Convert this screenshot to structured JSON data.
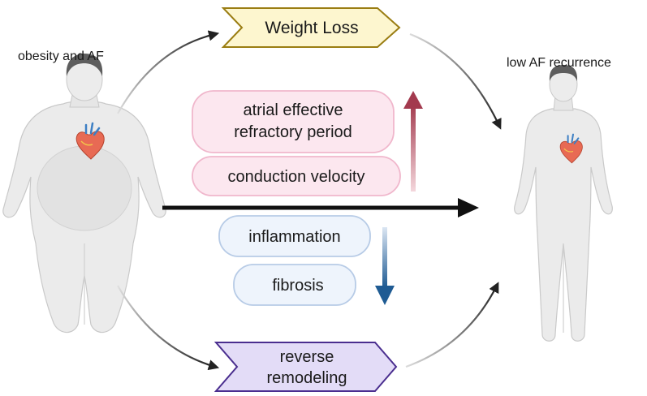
{
  "left_figure": {
    "label": "obesity and AF"
  },
  "right_figure": {
    "label": "low AF recurrence"
  },
  "banners": {
    "top": {
      "label": "Weight Loss",
      "fill": "#fdf6cf",
      "stroke": "#9a7d12"
    },
    "bottom": {
      "lines": [
        "reverse",
        "remodeling"
      ],
      "fill": "#e3dcf7",
      "stroke": "#4a2e8f"
    }
  },
  "increased": {
    "color": "#a33a4e",
    "box_fill": "#fce7ef",
    "box_stroke": "#f0b7cc",
    "items": [
      {
        "lines": [
          "atrial effective",
          "refractory period"
        ]
      },
      {
        "lines": [
          "conduction velocity"
        ]
      }
    ]
  },
  "decreased": {
    "color": "#1f5b93",
    "box_fill": "#eef4fc",
    "box_stroke": "#b7cbe6",
    "items": [
      {
        "lines": [
          "inflammation"
        ]
      },
      {
        "lines": [
          "fibrosis"
        ]
      }
    ]
  },
  "colors": {
    "skin": "#ebebeb",
    "skin_edge": "#c9c9c9",
    "hair": "#5e5e5e",
    "main_arrow": "#111111"
  },
  "icons": [
    "human-figure-icon",
    "heart-icon",
    "arrow-up-icon",
    "arrow-down-icon"
  ]
}
